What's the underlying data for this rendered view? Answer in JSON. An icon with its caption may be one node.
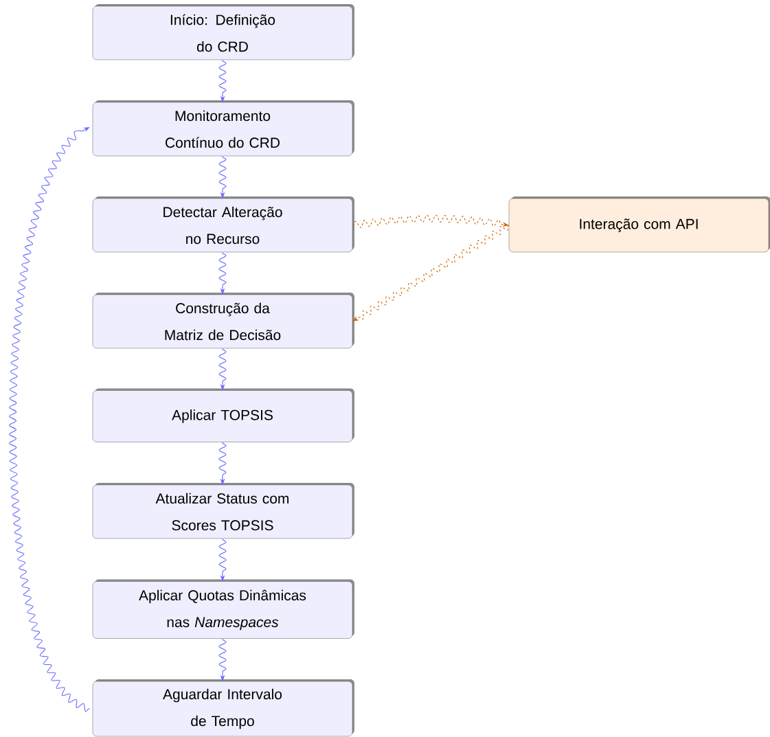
{
  "diagram": {
    "nodes": [
      {
        "text": [
          "Início: Definição do CRD"
        ]
      },
      {
        "text": [
          "Monitoramento Contínuo do CRD"
        ]
      },
      {
        "text": [
          "Detectar Alteração no Recurso"
        ]
      },
      {
        "text": [
          "Interação com API"
        ]
      },
      {
        "text": [
          "Construção da Matriz de Decisão"
        ]
      },
      {
        "text": [
          "Aplicar TOPSIS"
        ]
      },
      {
        "text": [
          "Atualizar Status com Scores TOPSIS"
        ]
      },
      {
        "text": [
          "Aplicar Quotas Dinâmicas nas *Namespaces*"
        ]
      },
      {
        "text": [
          "Aguardar Intervalo de Tempo"
        ]
      }
    ],
    "edges": [
      {
        "from": 0,
        "to": 1,
        "arrow": "to"
      },
      {
        "from": 1,
        "to": 2,
        "arrow": "to"
      },
      {
        "from": 2,
        "to": 4,
        "arrow": "to"
      },
      {
        "from": 4,
        "to": 5,
        "arrow": "to"
      },
      {
        "from": 5,
        "to": 6,
        "arrow": "to"
      },
      {
        "from": 6,
        "to": 7,
        "arrow": "to"
      },
      {
        "from": 7,
        "to": 8,
        "arrow": "to"
      },
      {
        "from": 8,
        "to": 1,
        "arrow": "to"
      },
      {
        "from": 2,
        "to": 3,
        "arrow": "to",
        "style": "dashed",
        "color": "#cc6600"
      },
      {
        "from": 3,
        "to": 4,
        "arrow": "to",
        "style": "dashed",
        "color": "#cc6600"
      }
    ]
  }
}
